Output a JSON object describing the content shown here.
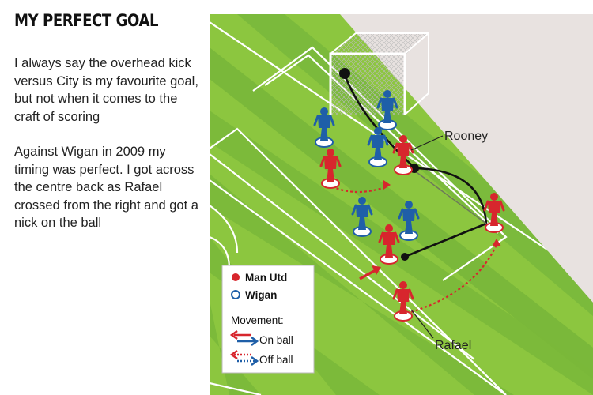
{
  "title": "MY PERFECT GOAL",
  "paragraphs": [
    "I always say the overhead kick versus City is my favourite goal, but not when it comes to the craft of scoring",
    "Against Wigan in 2009 my timing was perfect. I got across the centre back as Rafael crossed from the right and got a nick on the ball"
  ],
  "labels": {
    "rooney": "Rooney",
    "rafael": "Rafael"
  },
  "legend": {
    "man_utd": "Man Utd",
    "wigan": "Wigan",
    "movement": "Movement:",
    "on_ball": "On ball",
    "off_ball": "Off ball"
  },
  "colors": {
    "man_utd": "#d7262d",
    "wigan": "#1f5fa8",
    "pitch_light": "#8cc63f",
    "pitch_dark": "#5fa83a",
    "background": "#e8e2e0"
  }
}
